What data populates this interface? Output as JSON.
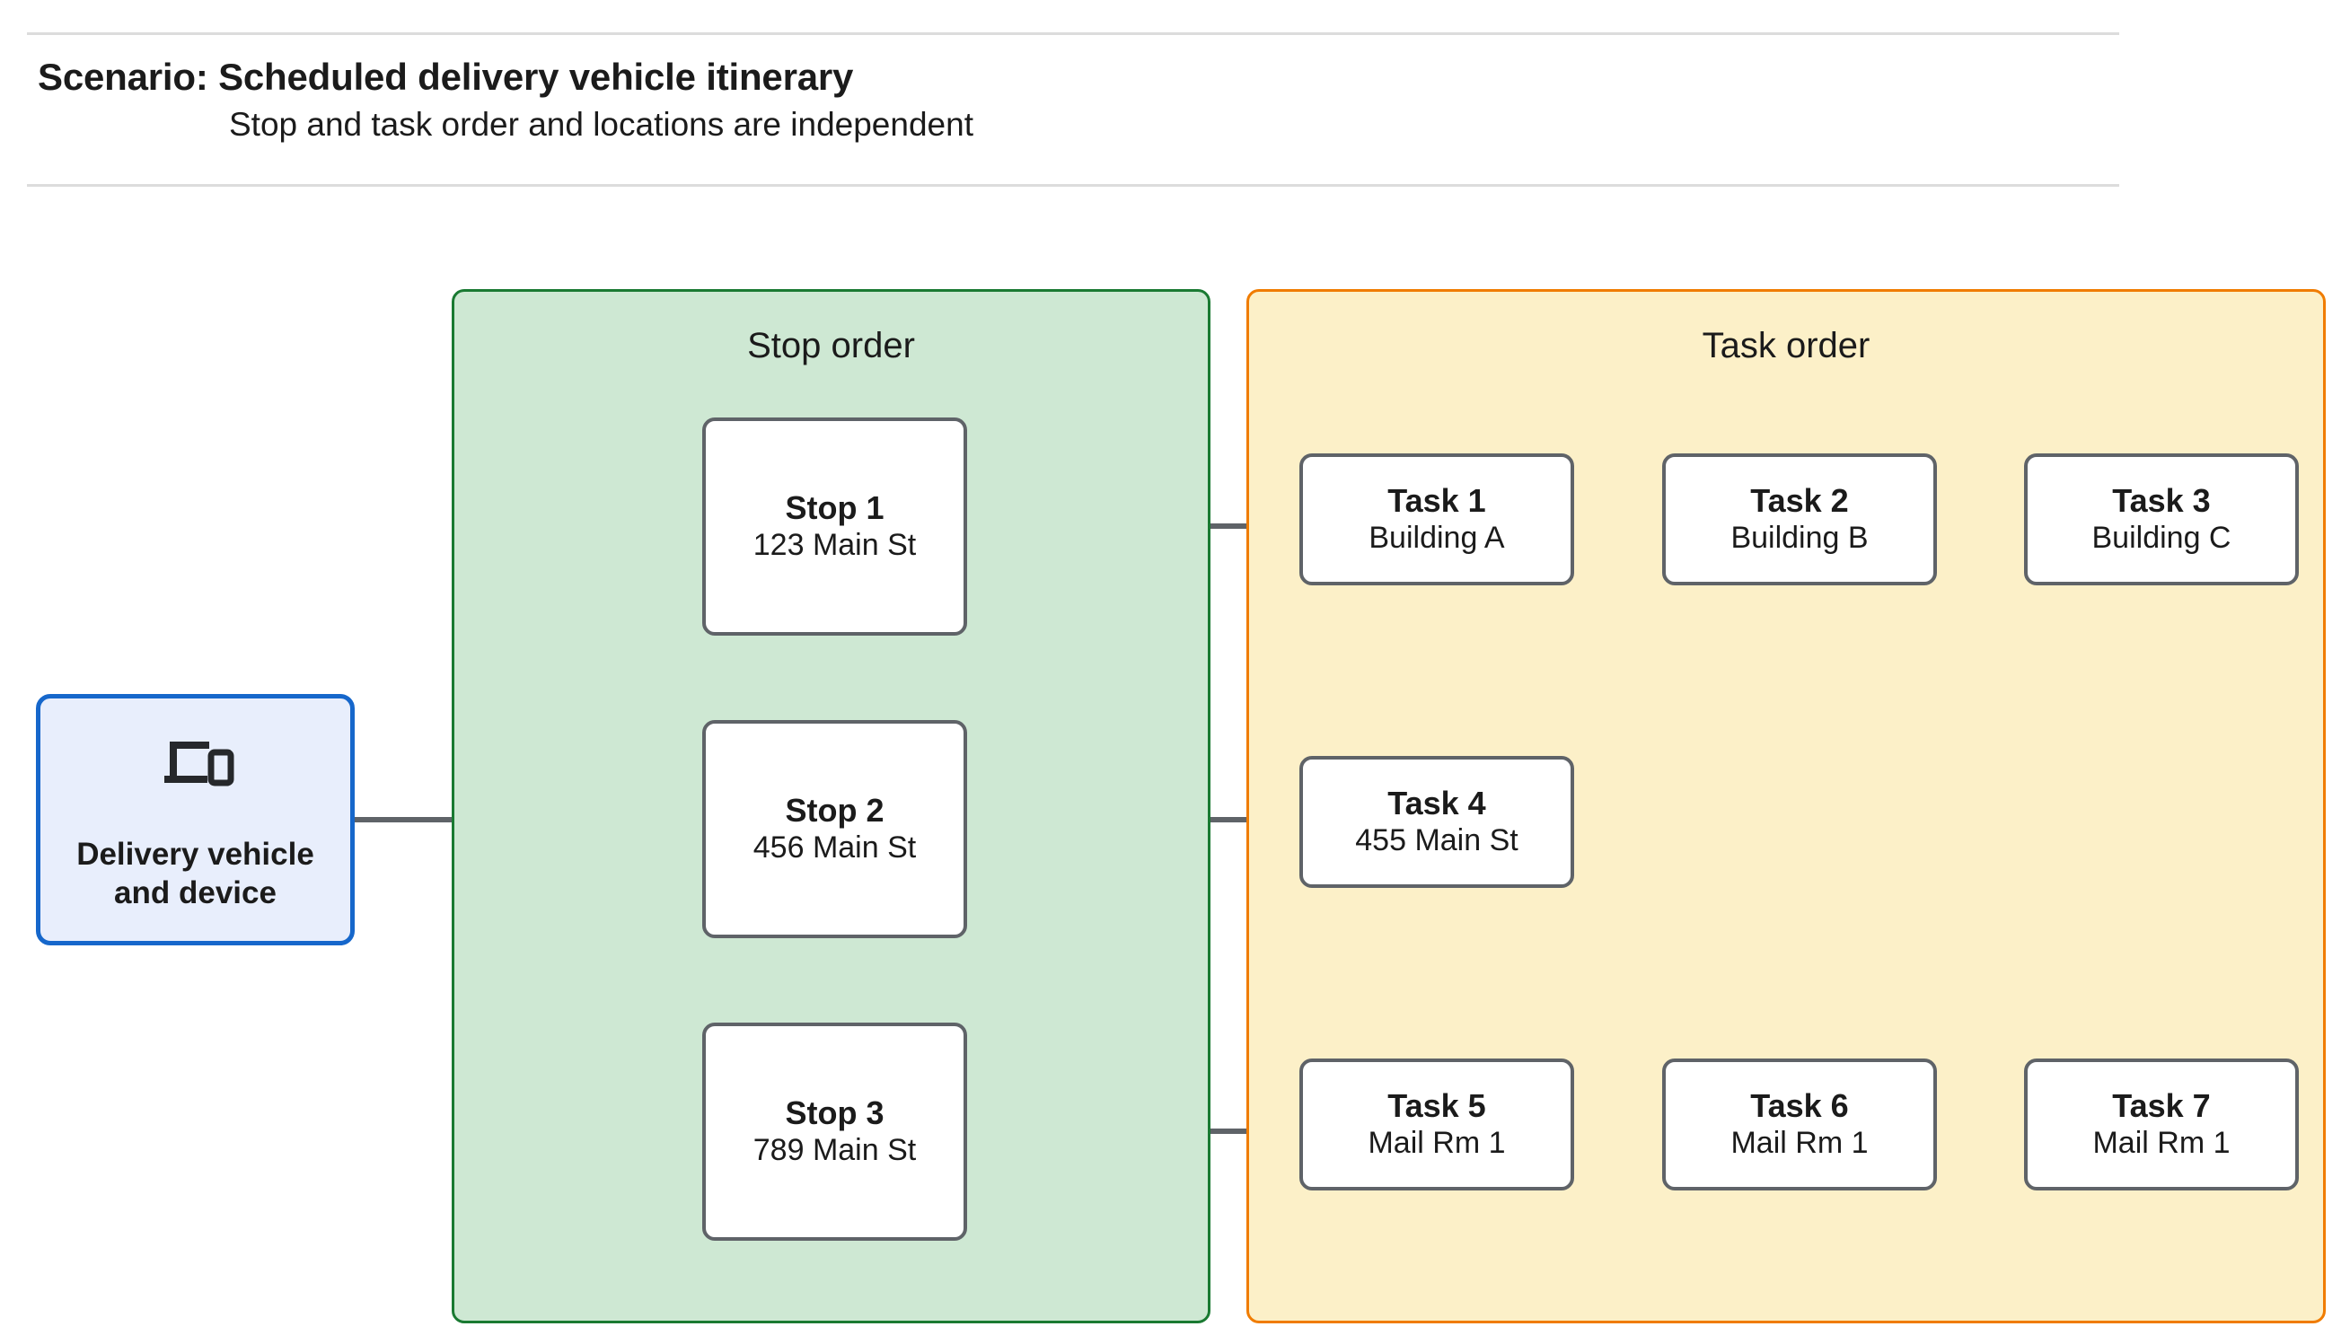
{
  "header": {
    "title": "Scenario: Scheduled delivery vehicle itinerary",
    "subtitle": "Stop and task order and locations are independent"
  },
  "vehicle": {
    "icon": "devices-icon",
    "label_line1": "Delivery vehicle",
    "label_line2": "and device"
  },
  "stop_group": {
    "title": "Stop order",
    "fill": "#cee8d3",
    "border": "#1a7a32",
    "stops": [
      {
        "title": "Stop 1",
        "subtitle": "123 Main St"
      },
      {
        "title": "Stop 2",
        "subtitle": "456 Main St"
      },
      {
        "title": "Stop 3",
        "subtitle": "789 Main St"
      }
    ]
  },
  "task_group": {
    "title": "Task order",
    "fill": "#fcf0c8",
    "border": "#f07c00",
    "tasks": [
      {
        "title": "Task 1",
        "subtitle": "Building A"
      },
      {
        "title": "Task 2",
        "subtitle": "Building B"
      },
      {
        "title": "Task 3",
        "subtitle": "Building C"
      },
      {
        "title": "Task 4",
        "subtitle": "455 Main St"
      },
      {
        "title": "Task 5",
        "subtitle": "Mail Rm 1"
      },
      {
        "title": "Task 6",
        "subtitle": "Mail Rm 1"
      },
      {
        "title": "Task 7",
        "subtitle": "Mail Rm 1"
      }
    ]
  },
  "colors": {
    "connector": "#5f6368",
    "card_border": "#5f6368",
    "vehicle_fill": "#e8eefc",
    "vehicle_border": "#1667cb",
    "rule": "#dcdcdc",
    "text": "#1b1b1b"
  }
}
